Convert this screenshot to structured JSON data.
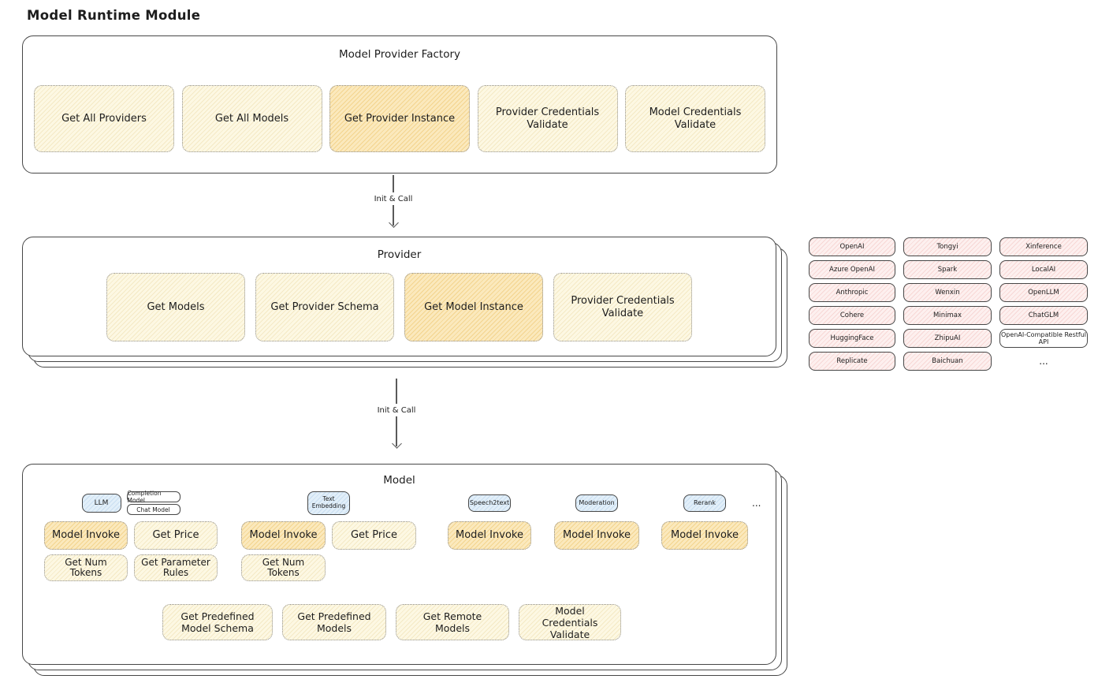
{
  "page": {
    "title": "Model Runtime Module"
  },
  "colors": {
    "yellow_fill": "#fdf8e3",
    "orange_highlight_fill": "#f3d48e",
    "blue_tab_fill": "#e2eff9",
    "pink_chip_fill": "#fdf0ef",
    "border": "#474747"
  },
  "arrows": [
    {
      "label": "Init & Call"
    },
    {
      "label": "Init & Call"
    }
  ],
  "factory": {
    "title": "Model Provider Factory",
    "items": [
      {
        "label": "Get All Providers",
        "highlight": false
      },
      {
        "label": "Get All Models",
        "highlight": false
      },
      {
        "label": "Get Provider Instance",
        "highlight": true
      },
      {
        "label": "Provider Credentials Validate",
        "highlight": false
      },
      {
        "label": "Model Credentials Validate",
        "highlight": false
      }
    ]
  },
  "provider": {
    "title": "Provider",
    "items": [
      {
        "label": "Get Models",
        "highlight": false
      },
      {
        "label": "Get Provider Schema",
        "highlight": false
      },
      {
        "label": "Get Model Instance",
        "highlight": true
      },
      {
        "label": "Provider Credentials Validate",
        "highlight": false
      }
    ]
  },
  "grid": {
    "items": [
      "OpenAI",
      "Tongyi",
      "Xinference",
      "Azure OpenAI",
      "Spark",
      "LocalAI",
      "Anthropic",
      "Wenxin",
      "OpenLLM",
      "Cohere",
      "Minimax",
      "ChatGLM",
      "HuggingFace",
      "ZhipuAI",
      "OpenAI-Compatible Restful API",
      "Replicate",
      "Baichuan",
      "..."
    ]
  },
  "model": {
    "title": "Model",
    "llm": {
      "tab": "LLM",
      "subtab_completion": "Completion Model",
      "subtab_chat": "Chat Model",
      "invoke": "Model Invoke",
      "price": "Get Price",
      "num_tokens": "Get Num Tokens",
      "param_rules": "Get Parameter Rules"
    },
    "text_embedding": {
      "tab": "Text Embedding",
      "invoke": "Model Invoke",
      "price": "Get Price",
      "num_tokens": "Get Num Tokens"
    },
    "speech2text": {
      "tab": "Speech2text",
      "invoke": "Model Invoke"
    },
    "moderation": {
      "tab": "Moderation",
      "invoke": "Model Invoke"
    },
    "rerank": {
      "tab": "Rerank",
      "invoke": "Model Invoke"
    },
    "more": "...",
    "bottom": [
      "Get Predefined Model Schema",
      "Get Predefined Models",
      "Get Remote Models",
      "Model Credentials Validate"
    ]
  }
}
